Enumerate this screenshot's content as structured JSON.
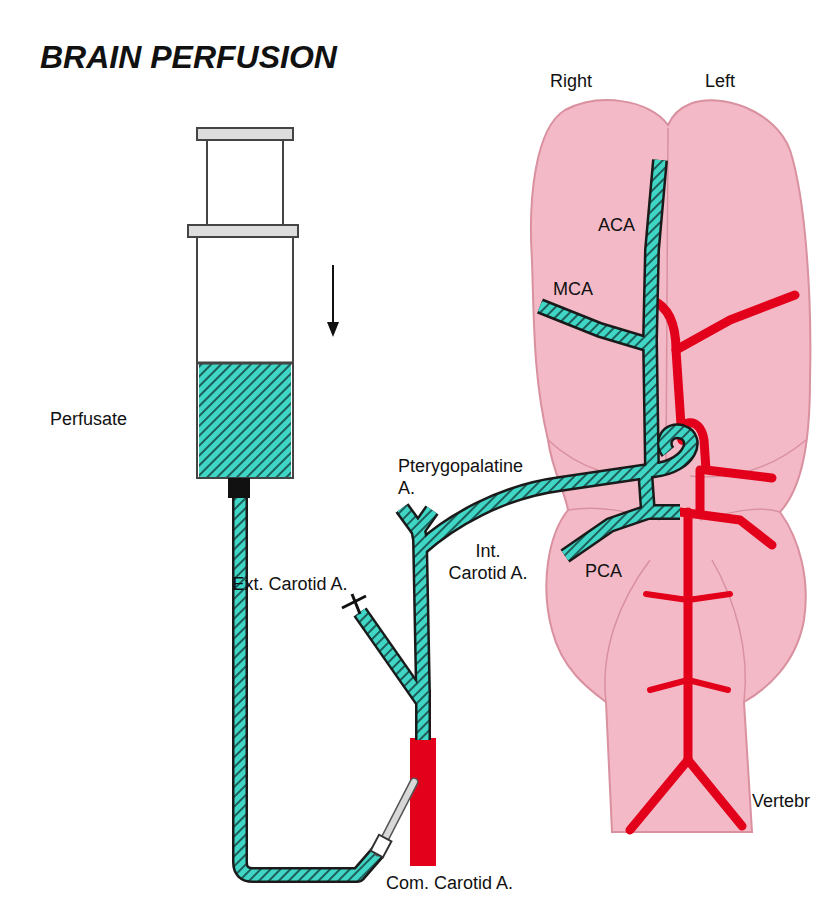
{
  "diagram": {
    "title": "BRAIN PERFUSION",
    "labels": [
      "Right",
      "Left",
      "ACA",
      "MCA",
      "Perfusate",
      "Pterygopalatine A.",
      "Int. Carotid A.",
      "Ext. Carotid A.",
      "PCA",
      "Com. Carotid A.",
      "Vertebr"
    ]
  }
}
